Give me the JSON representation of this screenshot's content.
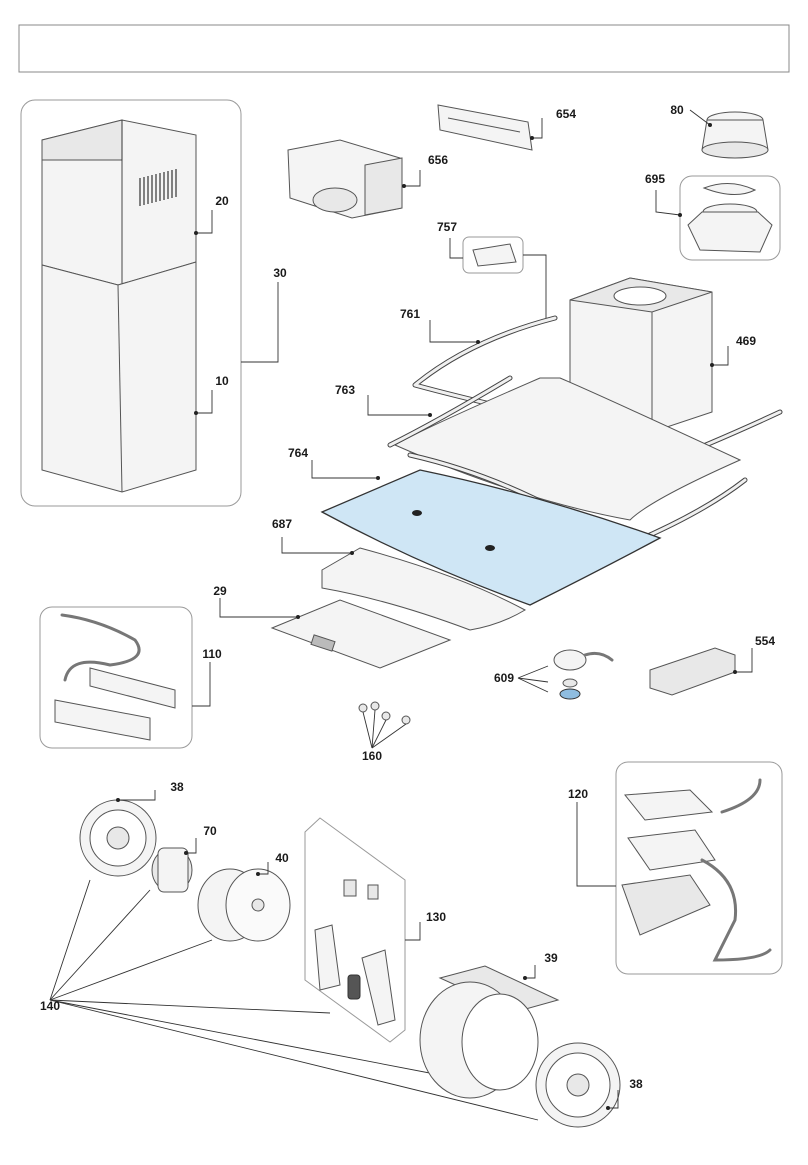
{
  "header": {
    "title": ""
  },
  "callouts": {
    "c654": "654",
    "c80": "80",
    "c656": "656",
    "c695": "695",
    "c20": "20",
    "c30": "30",
    "c10": "10",
    "c757": "757",
    "c761": "761",
    "c469": "469",
    "c763": "763",
    "c764": "764",
    "c687": "687",
    "c29": "29",
    "c110": "110",
    "c554": "554",
    "c609": "609",
    "c160": "160",
    "c38a": "38",
    "c70": "70",
    "c40": "40",
    "c120": "120",
    "c130": "130",
    "c39": "39",
    "c140": "140",
    "c38b": "38"
  },
  "colors": {
    "glass": "#cfe6f5",
    "line": "#333333",
    "panel_border": "#9a9a9a"
  }
}
